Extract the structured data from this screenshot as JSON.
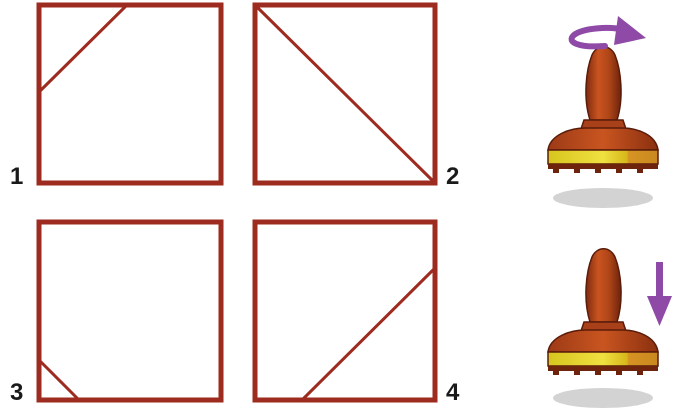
{
  "panels": [
    {
      "label": "1"
    },
    {
      "label": "2"
    },
    {
      "label": "3"
    },
    {
      "label": "4"
    }
  ],
  "icons": {
    "stamp_rotate": "stamp-rotate-icon",
    "stamp_press": "stamp-press-icon",
    "rotate_arrow": "rotate-arrow-icon",
    "down_arrow": "down-arrow-icon"
  },
  "colors": {
    "frame": "#9e2b1f",
    "arrow": "#8e4aa6",
    "stamp_body": "#b8451c",
    "stamp_band": "#e4d12a",
    "shadow": "#d3d3d3"
  }
}
